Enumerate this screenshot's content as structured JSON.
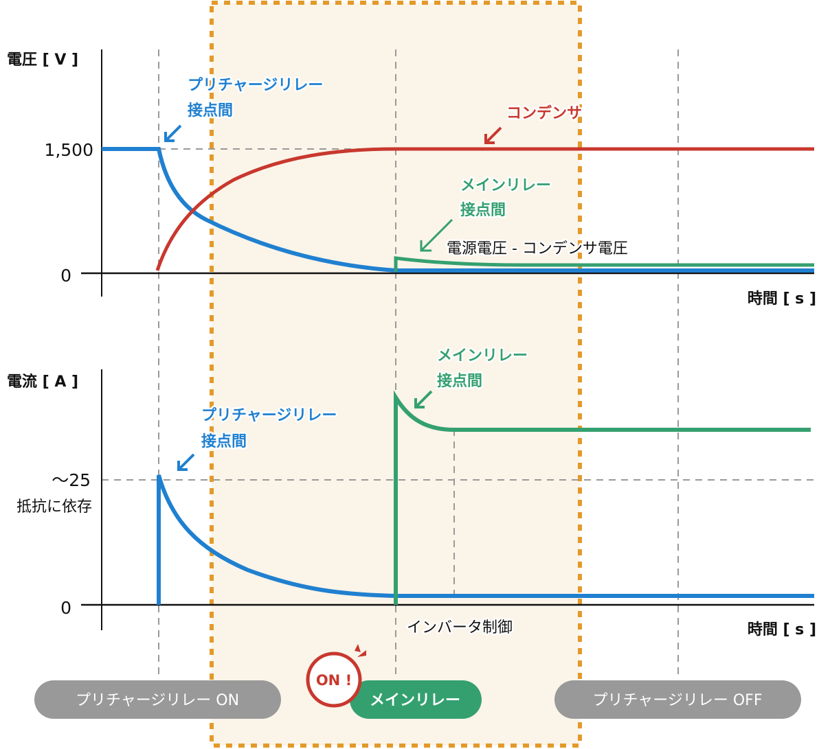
{
  "colors": {
    "precharge": "#2080d0",
    "capacitor": "#c8382e",
    "main_relay": "#34a070",
    "highlight_border": "#e39a2a",
    "highlight_fill": "#fbf4e9",
    "pill_gray": "#999999",
    "pill_green": "#34a070",
    "grid": "#999999",
    "axis": "#111111"
  },
  "voltage_chart": {
    "y_axis_title": "電圧 [ V ]",
    "x_axis_title": "時間 [ s ]",
    "y_ticks": [
      {
        "label": "1,500",
        "value": 1500
      },
      {
        "label": "0",
        "value": 0
      }
    ],
    "annotations": {
      "precharge_line1": "プリチャージリレー",
      "precharge_line2": "接点間",
      "capacitor": "コンデンサ",
      "main_line1": "メインリレー",
      "main_line2": "接点間",
      "difference": "電源電圧 - コンデンサ電圧"
    }
  },
  "current_chart": {
    "y_axis_title": "電流 [ A ]",
    "x_axis_title": "時間 [ s ]",
    "y_ticks": [
      {
        "label": "～25",
        "sublabel": "抵抗に依存",
        "value": 25
      },
      {
        "label": "0",
        "value": 0
      }
    ],
    "annotations": {
      "precharge_line1": "プリチャージリレー",
      "precharge_line2": "接点間",
      "main_line1": "メインリレー",
      "main_line2": "接点間",
      "inverter": "インバータ制御"
    }
  },
  "events": {
    "precharge_on": "プリチャージリレー ON",
    "main_relay": "メインリレー",
    "on_badge": "ON !",
    "precharge_off": "プリチャージリレー OFF"
  },
  "chart_data": [
    {
      "type": "line",
      "title": "電圧",
      "xlabel": "時間 [ s ]",
      "ylabel": "電圧 [ V ]",
      "ylim": [
        0,
        1500
      ],
      "y_ticks": [
        "0",
        "1,500"
      ],
      "grid": "dashed reference lines at event times and 1,500 V",
      "event_times": {
        "precharge_on": 0.0,
        "main_relay_on": 1.0,
        "inverter_control": 1.24,
        "precharge_off": 2.19
      },
      "x": [
        0.0,
        0.1,
        0.2,
        0.3,
        0.4,
        0.5,
        0.6,
        0.7,
        0.8,
        0.9,
        1.0,
        1.2,
        1.5,
        2.0,
        2.5,
        2.8
      ],
      "series": [
        {
          "name": "プリチャージリレー接点間",
          "color": "#2080d0",
          "values": [
            1500,
            1030,
            720,
            500,
            340,
            230,
            150,
            100,
            60,
            35,
            20,
            20,
            20,
            20,
            20,
            20
          ]
        },
        {
          "name": "コンデンサ",
          "color": "#c8382e",
          "values": [
            0,
            470,
            780,
            1000,
            1160,
            1270,
            1350,
            1400,
            1440,
            1465,
            1480,
            1480,
            1480,
            1480,
            1480,
            1480
          ]
        },
        {
          "name": "メインリレー接点間 (電源電圧 - コンデンサ電圧)",
          "color": "#34a070",
          "values": [
            null,
            null,
            null,
            null,
            null,
            null,
            null,
            null,
            null,
            null,
            120,
            90,
            75,
            75,
            75,
            75
          ]
        }
      ],
      "pre_x_segment": {
        "name": "プリチャージリレー接点間",
        "x_range": [
          -0.22,
          0
        ],
        "value": 1500
      }
    },
    {
      "type": "line",
      "title": "電流",
      "xlabel": "時間 [ s ]",
      "ylabel": "電流 [ A ]",
      "ylim": [
        0,
        45
      ],
      "y_ticks": [
        "0",
        "～25 (抵抗に依存)"
      ],
      "grid": "dashed reference lines at event times and ~25 A",
      "x": [
        0.0,
        0.1,
        0.2,
        0.3,
        0.4,
        0.5,
        0.6,
        0.7,
        0.8,
        0.9,
        1.0,
        1.1,
        1.2,
        1.24,
        1.5,
        2.0,
        2.5,
        2.8
      ],
      "series": [
        {
          "name": "プリチャージリレー接点間",
          "color": "#2080d0",
          "values": [
            25,
            17,
            11.5,
            8,
            5.5,
            3.8,
            2.7,
            2.0,
            1.6,
            1.3,
            1.1,
            1.1,
            1.1,
            1.1,
            1.1,
            1.1,
            1.1,
            1.1
          ]
        },
        {
          "name": "メインリレー接点間",
          "color": "#34a070",
          "values": [
            null,
            null,
            null,
            null,
            null,
            null,
            null,
            null,
            null,
            null,
            40,
            34,
            31.5,
            31,
            31,
            31,
            31,
            31
          ]
        }
      ],
      "annotations": [
        "インバータ制御 at t≈1.24"
      ]
    }
  ]
}
